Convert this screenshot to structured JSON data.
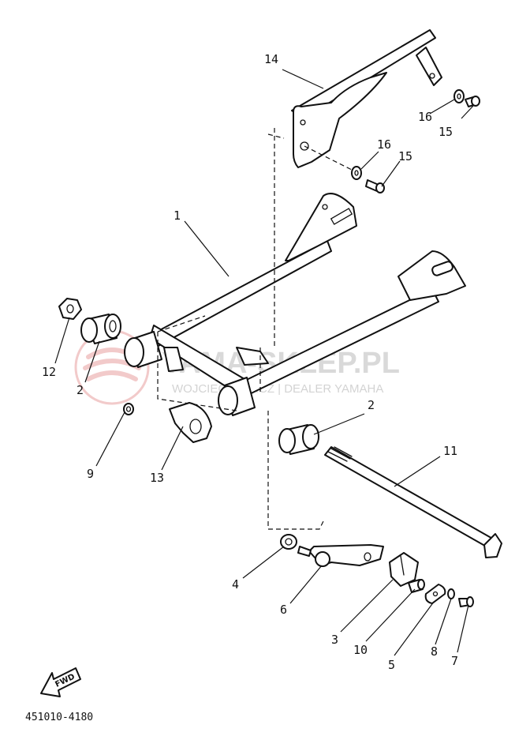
{
  "callouts": [
    {
      "id": "c14",
      "text": "14"
    },
    {
      "id": "c16a",
      "text": "16"
    },
    {
      "id": "c15a",
      "text": "15"
    },
    {
      "id": "c16b",
      "text": "16"
    },
    {
      "id": "c15b",
      "text": "15"
    },
    {
      "id": "c1",
      "text": "1"
    },
    {
      "id": "c12",
      "text": "12"
    },
    {
      "id": "c2a",
      "text": "2"
    },
    {
      "id": "c2b",
      "text": "2"
    },
    {
      "id": "c11",
      "text": "11"
    },
    {
      "id": "c9",
      "text": "9"
    },
    {
      "id": "c13",
      "text": "13"
    },
    {
      "id": "c4",
      "text": "4"
    },
    {
      "id": "c6",
      "text": "6"
    },
    {
      "id": "c3",
      "text": "3"
    },
    {
      "id": "c10",
      "text": "10"
    },
    {
      "id": "c5",
      "text": "5"
    },
    {
      "id": "c8",
      "text": "8"
    },
    {
      "id": "c7",
      "text": "7"
    }
  ],
  "fwd_label": "FWD",
  "diagram_code": "451010-4180",
  "watermark": {
    "brand": "YAMA-SKLEP.PL",
    "tagline": "WOJCIECHOWICZ | DEALER YAMAHA",
    "color": "#e8a0a0"
  }
}
